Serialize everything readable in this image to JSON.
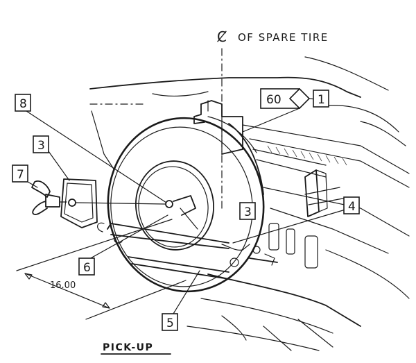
{
  "centerline_label": "OF SPARE TIRE",
  "caption": "PICK-UP",
  "dimension": "16.00",
  "torque_spec": "60",
  "callouts": [
    {
      "id": "1",
      "label": "1"
    },
    {
      "id": "3a",
      "label": "3"
    },
    {
      "id": "3b",
      "label": "3"
    },
    {
      "id": "4",
      "label": "4"
    },
    {
      "id": "5",
      "label": "5"
    },
    {
      "id": "6",
      "label": "6"
    },
    {
      "id": "7",
      "label": "7"
    },
    {
      "id": "8",
      "label": "8"
    }
  ]
}
